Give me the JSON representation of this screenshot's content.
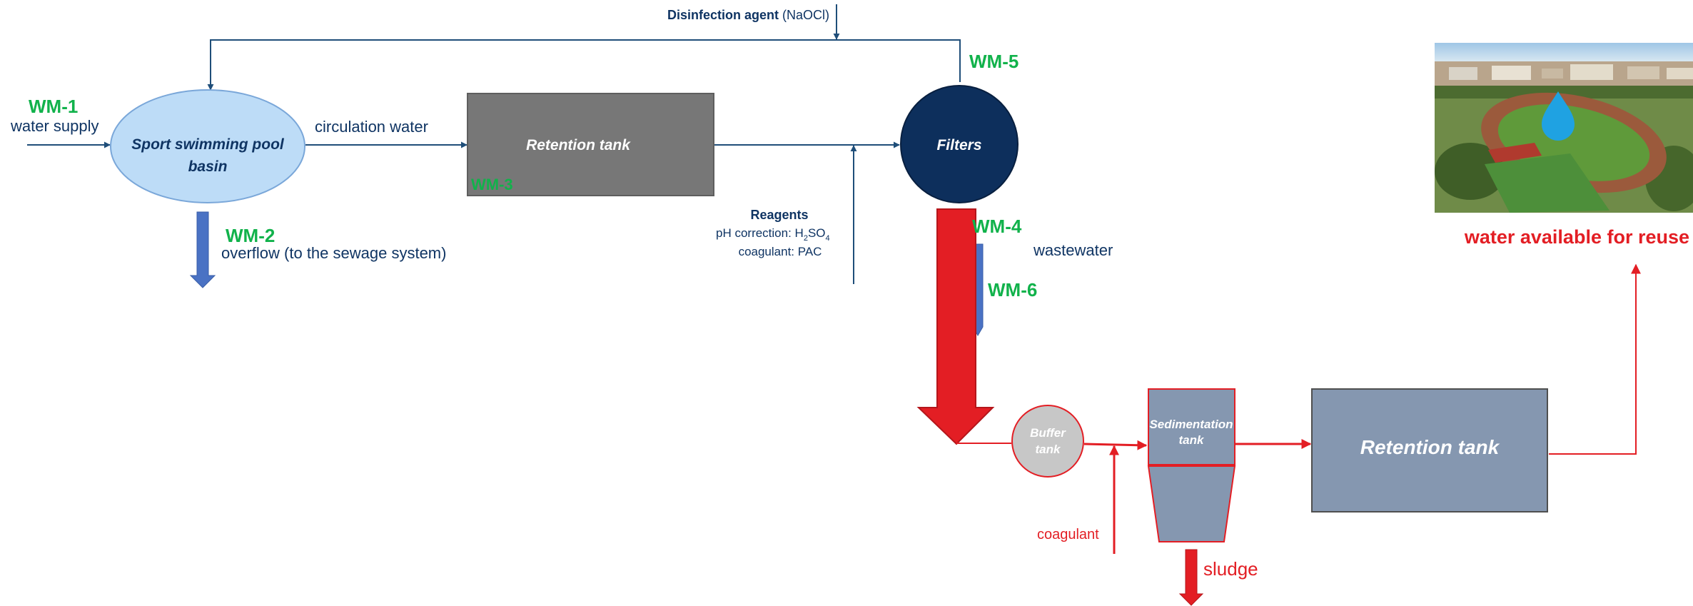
{
  "colors": {
    "navy_line": "#1f4e79",
    "navy_text": "#0f3463",
    "wm_green": "#11b24b",
    "red": "#e31e24",
    "pool_fill": "#bddcf7",
    "retention_grey": "#777777",
    "filters_fill": "#0d2f5c",
    "blue_arrow": "#4a72c4",
    "slate_fill": "#8597b0",
    "buffer_fill": "#c7c7c7"
  },
  "labels": {
    "disinfection_agent": "Disinfection agent",
    "disinfection_chem": "(NaOCl)",
    "wm1": "WM-1",
    "water_supply": "water supply",
    "pool_line1": "Sport swimming pool",
    "pool_line2": "basin",
    "circulation_water": "circulation water",
    "retention_tank_1": "Retention tank",
    "wm3": "WM-3",
    "filters": "Filters",
    "wm5": "WM-5",
    "wm4": "WM-4",
    "wm2": "WM-2",
    "overflow": "overflow (to the sewage system)",
    "reagents_title": "Reagents",
    "ph_correction": "pH correction: H",
    "h2so4_sub2": "2",
    "h2so4_so": "SO",
    "h2so4_sub4": "4",
    "coagulant_pac": "coagulant: PAC",
    "wastewater": "wastewater",
    "wm6": "WM-6",
    "buffer_line1": "Buffer",
    "buffer_line2": "tank",
    "sed_line1": "Sedimentation",
    "sed_line2": "tank",
    "retention_tank_2": "Retention tank",
    "coagulant": "coagulant",
    "sludge": "sludge",
    "reuse": "water available for reuse"
  },
  "icons": {
    "photo": "aerial-stadium-photo",
    "water_drop": "water-drop-icon"
  }
}
